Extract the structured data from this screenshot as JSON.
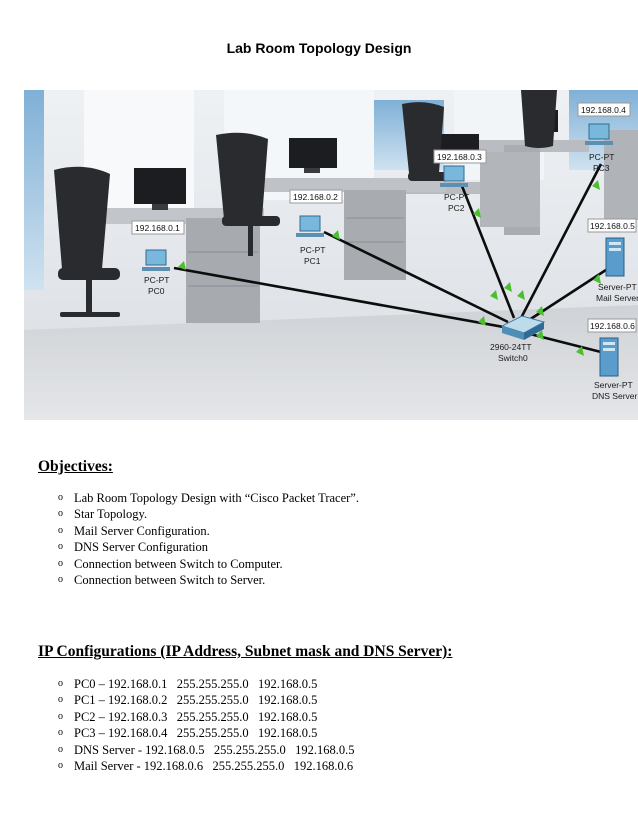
{
  "title": "Lab Room Topology Design",
  "topology": {
    "devices": [
      {
        "id": "pc0",
        "type": "PC-PT",
        "name": "PC0",
        "ip": "192.168.0.1"
      },
      {
        "id": "pc1",
        "type": "PC-PT",
        "name": "PC1",
        "ip": "192.168.0.2"
      },
      {
        "id": "pc2",
        "type": "PC-PT",
        "name": "PC2",
        "ip": "192.168.0.3"
      },
      {
        "id": "pc3",
        "type": "PC-PT",
        "name": "PC3",
        "ip": "192.168.0.4"
      },
      {
        "id": "mail",
        "type": "Server-PT",
        "name": "Mail Server",
        "ip": "192.168.0.5"
      },
      {
        "id": "dns",
        "type": "Server-PT",
        "name": "DNS Server",
        "ip": "192.168.0.6"
      }
    ],
    "switch": {
      "type": "2960-24TT",
      "name": "Switch0"
    }
  },
  "objectives": {
    "heading": "Objectives:",
    "items": [
      "Lab Room Topology Design with “Cisco Packet Tracer”.",
      "Star Topology.",
      "Mail Server Configuration.",
      "DNS Server Configuration",
      "Connection between Switch to Computer.",
      "Connection between Switch to Server."
    ]
  },
  "ipconfig": {
    "heading": "IP Configurations (IP Address, Subnet mask and DNS Server):",
    "items": [
      "PC0 – 192.168.0.1   255.255.255.0   192.168.0.5",
      "PC1 – 192.168.0.2   255.255.255.0   192.168.0.5",
      "PC2 – 192.168.0.3   255.255.255.0   192.168.0.5",
      "PC3 – 192.168.0.4   255.255.255.0   192.168.0.5",
      "DNS Server - 192.168.0.5   255.255.255.0   192.168.0.5",
      "Mail Server - 192.168.0.6   255.255.255.0   192.168.0.6"
    ]
  },
  "bullet_mark": "o"
}
